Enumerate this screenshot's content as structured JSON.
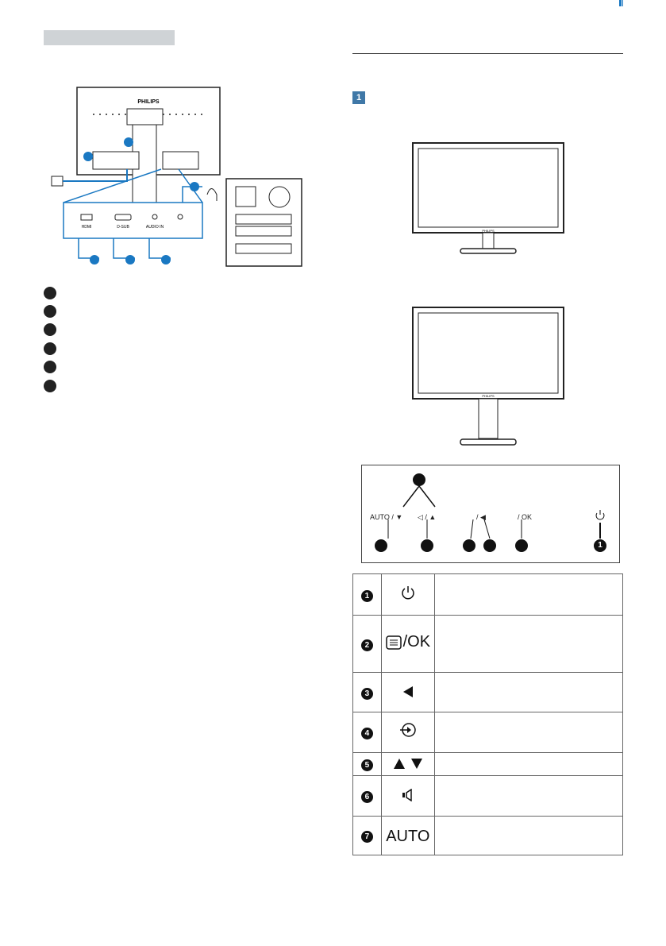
{
  "header": {
    "accent_color": "#1a78c2"
  },
  "section": {
    "number": "1",
    "badge_color": "#3f78a7"
  },
  "rear_view": {
    "brand": "PHILIPS",
    "ports": [
      "HDMI",
      "D-SUB",
      "AUDIO IN"
    ]
  },
  "front_view": {
    "brand": "PHILIPS"
  },
  "control_panel": {
    "labels": {
      "auto_down": "AUTO / ▼",
      "vol_up": "◁ / ▲",
      "input_left": "/ ◀",
      "menu_ok": "/ OK"
    },
    "callout_top": "",
    "bottom_numbers": [
      "",
      "",
      "",
      "",
      "",
      "1"
    ]
  },
  "key_table": {
    "rows": [
      {
        "num": "1",
        "icon": "power-icon",
        "glyph": "⏻",
        "desc": ""
      },
      {
        "num": "2",
        "icon": "menu-ok-icon",
        "glyph": "/OK",
        "desc": ""
      },
      {
        "num": "3",
        "icon": "left-arrow-icon",
        "glyph": "◀",
        "desc": ""
      },
      {
        "num": "4",
        "icon": "input-icon",
        "glyph": "",
        "desc": ""
      },
      {
        "num": "5",
        "icon": "up-down-icon",
        "glyph": "▲ ▼",
        "desc": ""
      },
      {
        "num": "6",
        "icon": "volume-icon",
        "glyph": "◁",
        "desc": ""
      },
      {
        "num": "7",
        "icon": "auto-icon",
        "glyph": "AUTO",
        "desc": ""
      }
    ]
  }
}
